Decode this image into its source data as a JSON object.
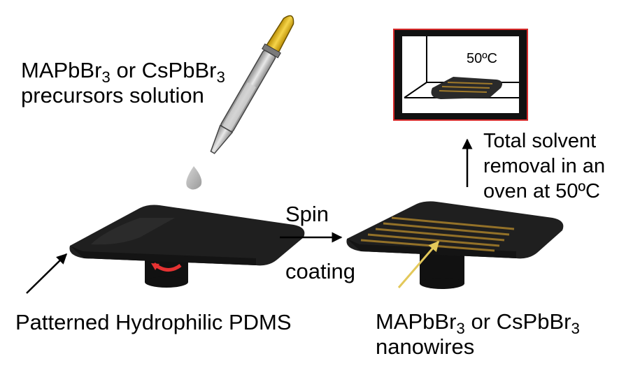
{
  "labels": {
    "precursor_line1": {
      "pre": "MAPbBr",
      "sub": "3",
      "mid": " or CsPbBr",
      "sub2": "3"
    },
    "precursor_line2": "precursors solution",
    "oven_temp": "50ºC",
    "removal_line1": "Total solvent",
    "removal_line2": "removal in an",
    "removal_line3": "oven at 50ºC",
    "spin": "Spin",
    "coating": "coating",
    "pdms": "Patterned Hydrophilic PDMS",
    "nanowire_line1": {
      "pre": "MAPbBr",
      "sub": "3",
      "mid": " or CsPbBr",
      "sub2": "3"
    },
    "nanowire_line2": "nanowires"
  },
  "colors": {
    "substrate": "#1f1f1f",
    "substrate_highlight": "#3a3a3a",
    "nanowire": "#a07a2a",
    "oven_frame": "#d62828",
    "rotation_arrow": "#e63232",
    "pipette_bulb": "#e6b800",
    "droplet": "#b3b3b3",
    "pointer_arrow": "#e3c85a"
  },
  "icons": [
    "pipette-icon",
    "droplet-icon",
    "rotation-arrow-icon",
    "oven-icon"
  ]
}
